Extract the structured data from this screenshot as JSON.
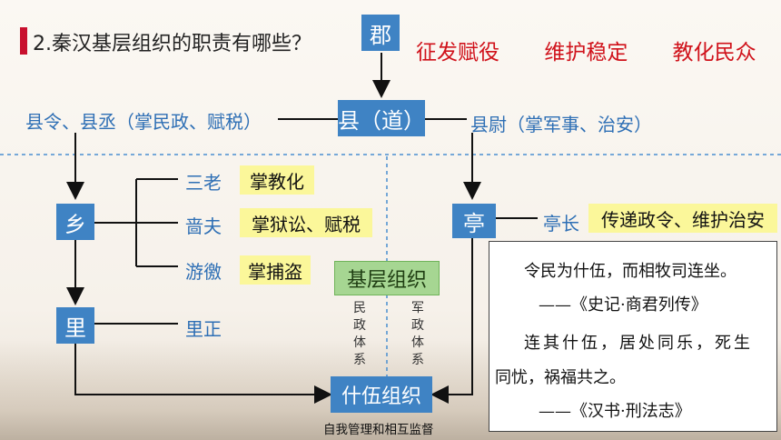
{
  "question": "2.秦汉基层组织的职责有哪些？",
  "answers": [
    "征发赋役",
    "维护稳定",
    "教化民众"
  ],
  "nodes": {
    "jun": "郡",
    "xian": "县（道）",
    "xiang": "乡",
    "ting": "亭",
    "li": "里",
    "shiwu": "什伍组织",
    "jiceng": "基层组织"
  },
  "labels": {
    "xianling": "县令、县丞（掌民政、赋税）",
    "xianwei": "县尉（掌军事、治安）",
    "sanlao": "三老",
    "sefu": "啬夫",
    "youjiao": "游徼",
    "tingzhang": "亭长",
    "lizheng": "里正"
  },
  "duties": {
    "sanlao": "掌教化",
    "sefu": "掌狱讼、赋税",
    "youjiao": "掌捕盗",
    "tingzhang": "传递政令、维护治安"
  },
  "systems": {
    "civil": "民政体系",
    "military": "军政体系"
  },
  "caption": "自我管理和相互监督",
  "quote": {
    "line1": "令民为什伍，而相牧司连坐。",
    "source1": "——《史记·商君列传》",
    "line2": "连其什伍，居处同乐，死生",
    "line3": "同忧，祸福共之。",
    "source2": "——《汉书·刑法志》"
  },
  "colors": {
    "box_blue": "#3f83c4",
    "label_blue": "#2e6fb5",
    "answer_red": "#d0121b",
    "highlight_yellow": "#fbf79a",
    "group_green": "#a6d692",
    "accent_red": "#c8102e"
  }
}
